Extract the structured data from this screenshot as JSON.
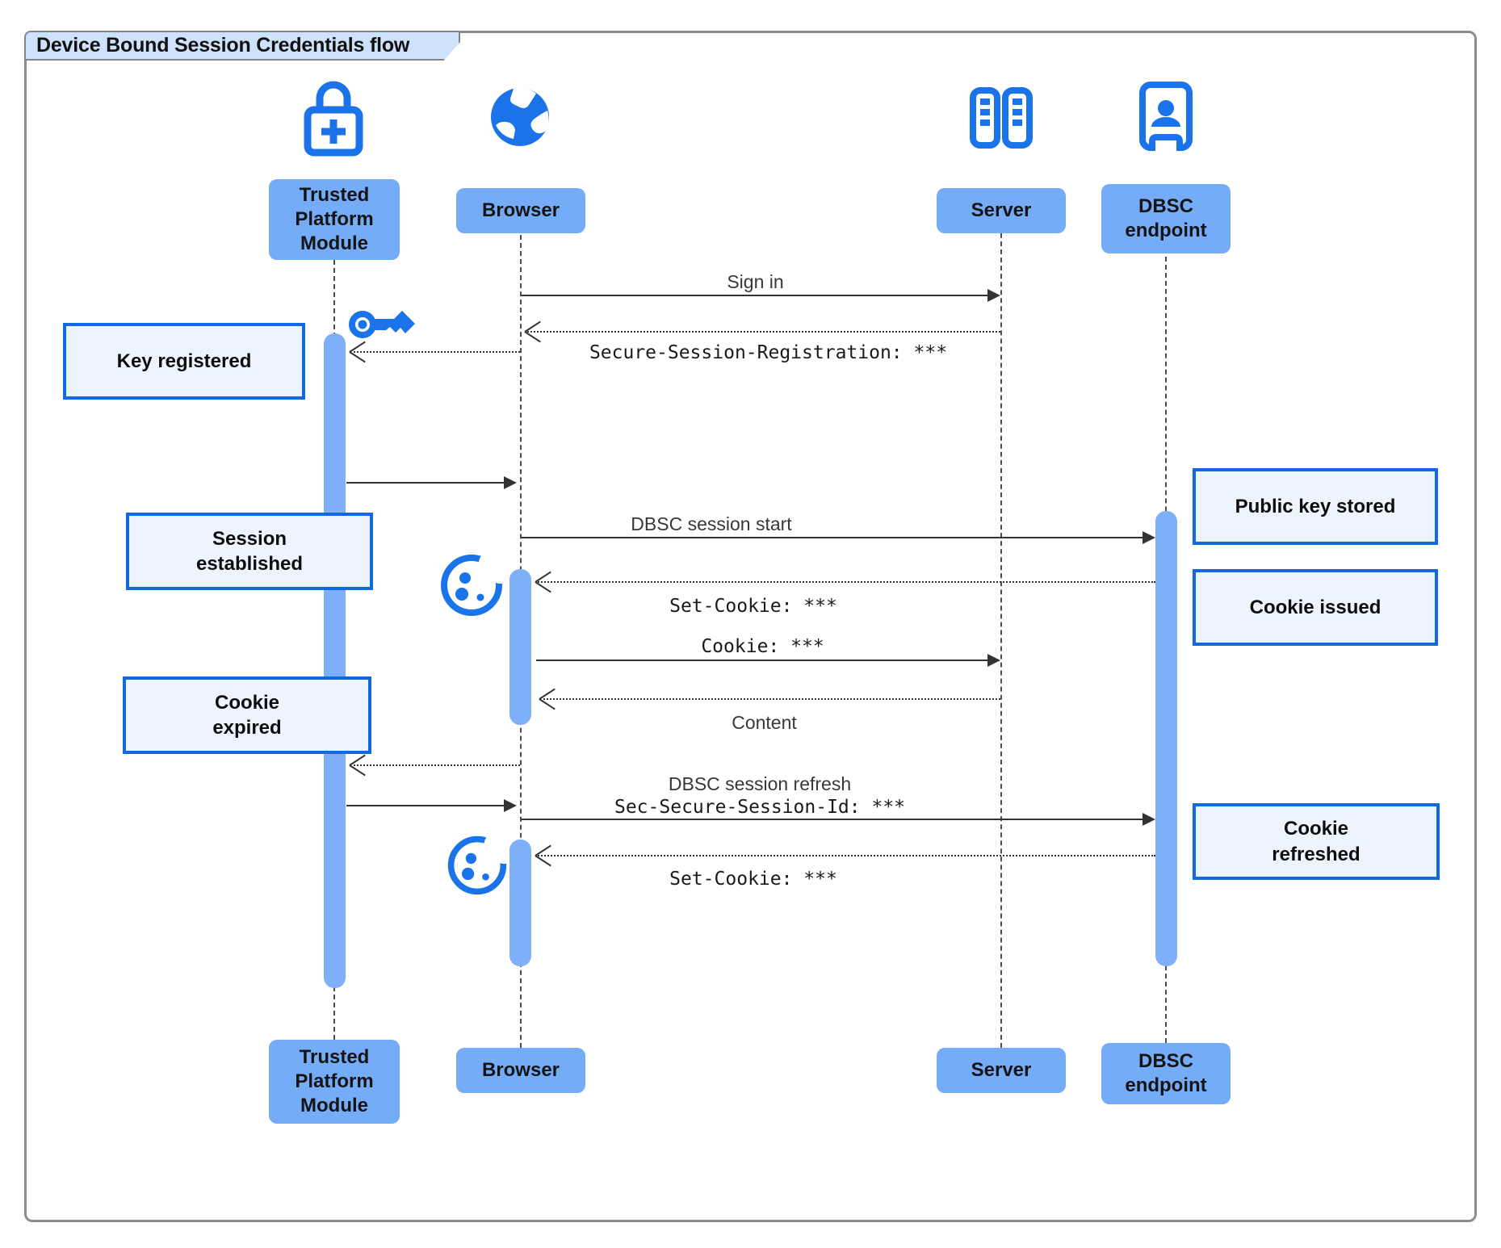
{
  "diagram_title": "Device Bound Session Credentials flow",
  "actors": {
    "tpm": {
      "label": "Trusted Platform Module",
      "icon": "lock-plus-icon"
    },
    "browser": {
      "label": "Browser",
      "icon": "globe-icon"
    },
    "server": {
      "label": "Server",
      "icon": "server-rack-icon"
    },
    "dbsc": {
      "label": "DBSC endpoint",
      "icon": "booth-person-icon"
    }
  },
  "messages": {
    "sign_in": "Sign in",
    "secure_session_registration": "Secure-Session-Registration: ***",
    "dbsc_session_start": "DBSC session start",
    "set_cookie_1": "Set-Cookie: ***",
    "cookie": "Cookie: ***",
    "content": "Content",
    "dbsc_session_refresh": "DBSC session refresh",
    "sec_secure_session_id": "Sec-Secure-Session-Id: ***",
    "set_cookie_2": "Set-Cookie: ***"
  },
  "notes": {
    "key_registered": "Key registered",
    "session_established": "Session established",
    "cookie_expired": "Cookie expired",
    "public_key_stored": "Public key stored",
    "cookie_issued": "Cookie issued",
    "cookie_refreshed": "Cookie refreshed"
  },
  "decorations": {
    "key": "key-icon",
    "cookie_after_session_start": "cookie-icon",
    "cookie_after_refresh": "cookie-icon"
  },
  "colors": {
    "icon_blue": "#1a73e8",
    "actor_fill": "#74acf8",
    "activation_fill": "#7db0f8",
    "note_fill": "#eef4fe",
    "note_border": "#1269df",
    "title_tab_fill": "#cfe2fb",
    "line": "#333333",
    "frame_border": "#8c8c8c"
  }
}
